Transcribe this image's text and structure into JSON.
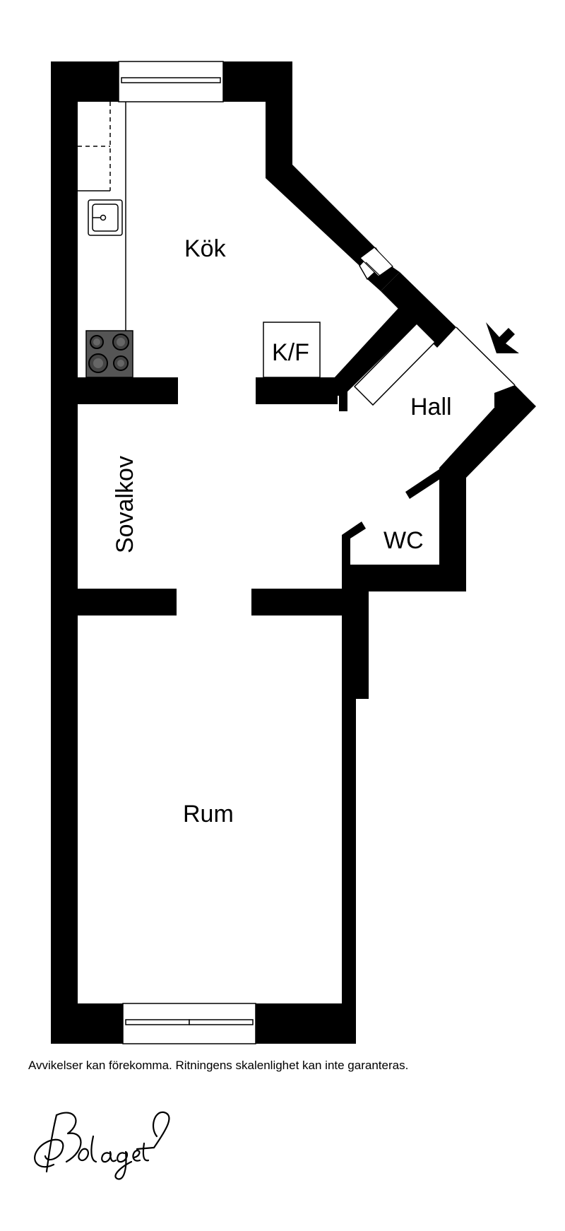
{
  "rooms": {
    "kitchen": "Kök",
    "fridge_freezer": "K/F",
    "hall": "Hall",
    "bedroom_alcove": "Sovalkov",
    "wc": "WC",
    "room": "Rum"
  },
  "disclaimer": "Avvikelser kan förekomma. Ritningens skalenlighet kan inte garanteras.",
  "logo_text": "Bolaget",
  "icons": {
    "entrance": "entrance-arrow-icon",
    "sink": "sink-icon",
    "stove": "stove-icon",
    "window": "window-icon"
  },
  "colors": {
    "wall": "#000000",
    "background": "#ffffff",
    "stove": "#555555"
  }
}
